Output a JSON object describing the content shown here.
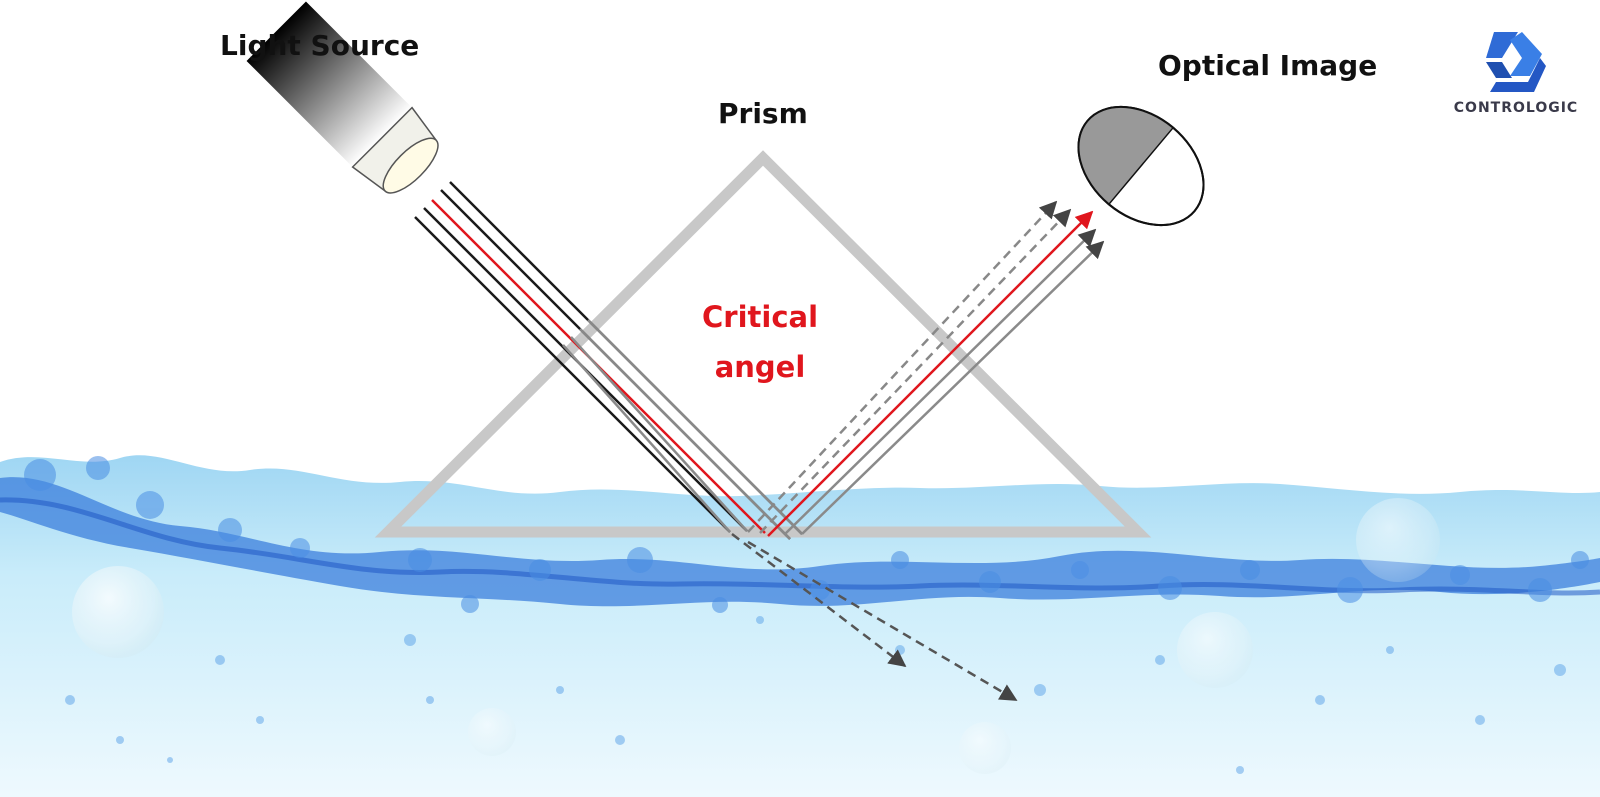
{
  "labels": {
    "light_source": "Light Source",
    "prism": "Prism",
    "optical_image": "Optical Image",
    "critical_line1": "Critical",
    "critical_line2": "angel"
  },
  "logo": {
    "text": "CONTROLOGIC"
  },
  "colors": {
    "red_ray": "#e0161d",
    "dark_ray": "#1a1a1a",
    "grey_ray": "#8a8a8a",
    "dashed_ray": "#555555",
    "prism": "#c8c8c8",
    "water_deep": "#2f6fd0",
    "water_light": "#bfe6f7",
    "logo_blue": "#2f6bd6",
    "logo_text": "#3a3a4a",
    "critical_text": "#e0161d"
  },
  "icons": {
    "light_source": "flashlight-icon",
    "optical_image": "lens-icon",
    "logo": "contrologic-logo-icon"
  }
}
